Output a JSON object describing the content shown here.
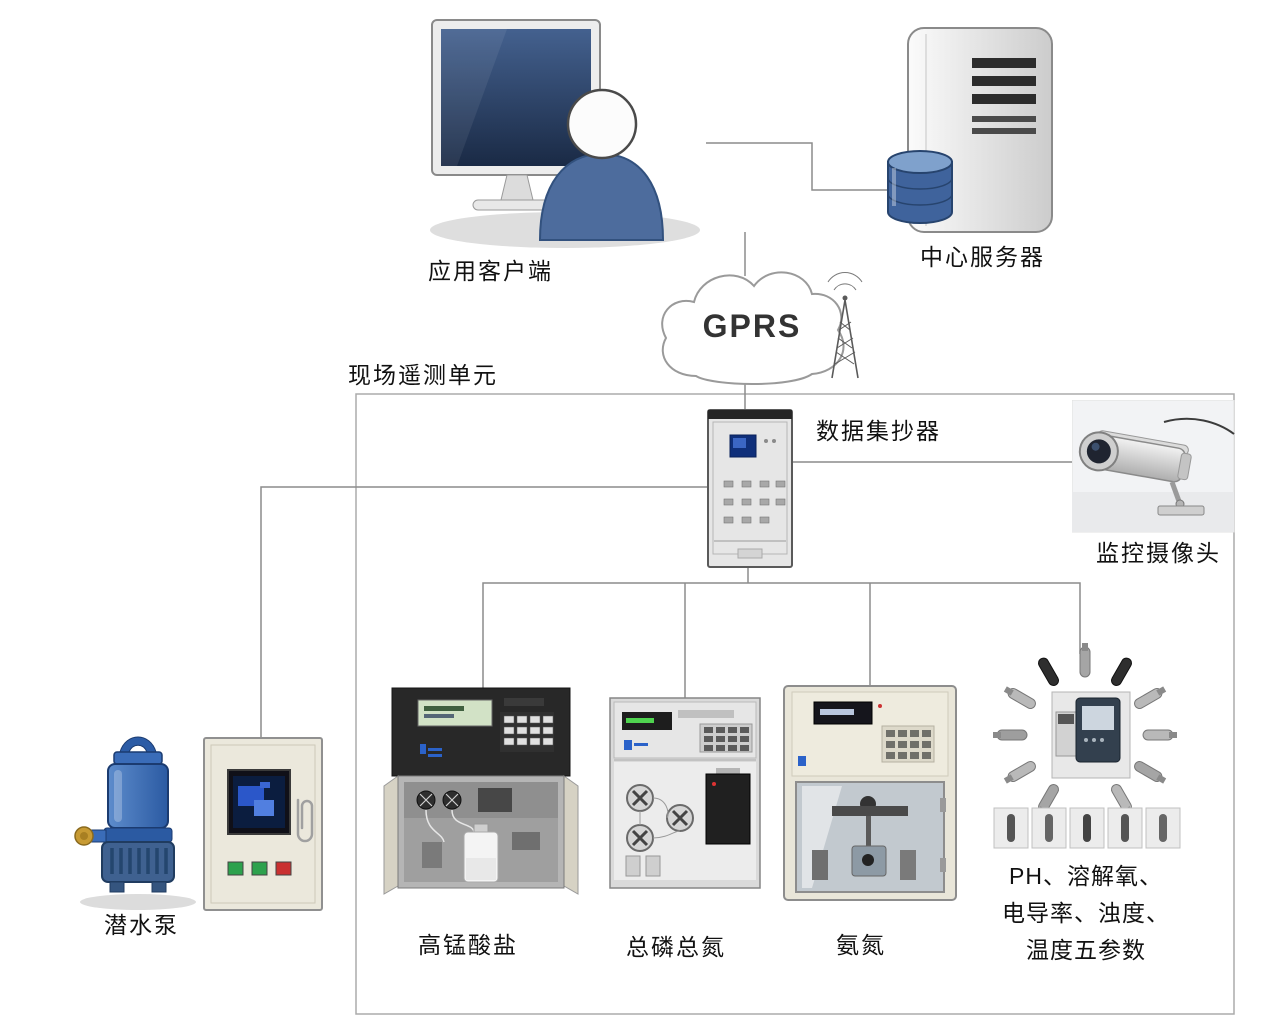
{
  "diagram": {
    "labels": {
      "client": "应用客户端",
      "server": "中心服务器",
      "gprs": "GPRS",
      "field_unit": "现场遥测单元",
      "collector": "数据集抄器",
      "camera": "监控摄像头",
      "pump": "潜水泵",
      "analyzer_permanganate": "高锰酸盐",
      "analyzer_tp_tn": "总磷总氮",
      "analyzer_ammonia": "氨氮",
      "five_param_line1": "PH、溶解氧、",
      "five_param_line2": "电导率、浊度、",
      "five_param_line3": "温度五参数"
    },
    "colors": {
      "connection_line": "#8c8c8c",
      "field_box_border": "#ababab",
      "pump_blue": "#2b5aa2",
      "database_blue": "#3f639c",
      "monitor_screen_blue": "#2c4a78",
      "panel_screen_blue": "#2b57c9",
      "cabinet_beige": "#e9e6d9",
      "dark_panel": "#282828"
    }
  }
}
